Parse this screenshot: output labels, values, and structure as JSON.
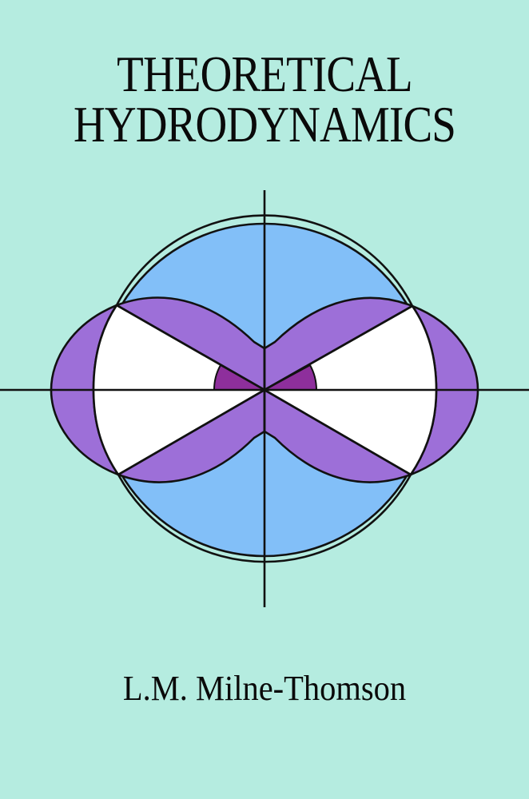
{
  "cover": {
    "title_line1": "THEORETICAL",
    "title_line2": "HYDRODYNAMICS",
    "author": "L.M. Milne-Thomson"
  },
  "diagram": {
    "description": "Circle with figure-eight (lemniscate-like) band, lens-shaped lobes and axes",
    "colors": {
      "background": "#b5ece0",
      "circle_fill": "#82bff8",
      "band_fill": "#9d6fd8",
      "sector_fill": "#8e2f9c",
      "wedge_fill": "#ffffff",
      "stroke": "#111111"
    }
  }
}
